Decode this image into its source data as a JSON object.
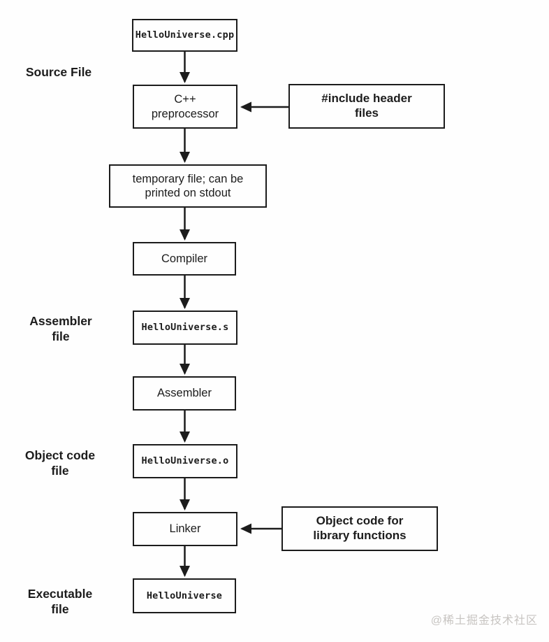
{
  "diagram": {
    "boxes": {
      "source": "HelloUniverse.cpp",
      "preprocessor": "C++\npreprocessor",
      "include_headers": "#include header\nfiles",
      "temp_file": "temporary file; can be\nprinted on stdout",
      "compiler": "Compiler",
      "assembler_source": "HelloUniverse.s",
      "assembler": "Assembler",
      "object_file": "HelloUniverse.o",
      "linker": "Linker",
      "library_objects": "Object code for\nlibrary functions",
      "executable": "HelloUniverse"
    },
    "side_labels": {
      "source_file": "Source File",
      "assembler_file": "Assembler\nfile",
      "object_code_file": "Object code\nfile",
      "executable_file": "Executable\nfile"
    },
    "colors": {
      "line": "#1c1c1c",
      "background": "#fefefe",
      "watermark": "#c7c4c1"
    },
    "watermark": "@稀土掘金技术社区"
  }
}
